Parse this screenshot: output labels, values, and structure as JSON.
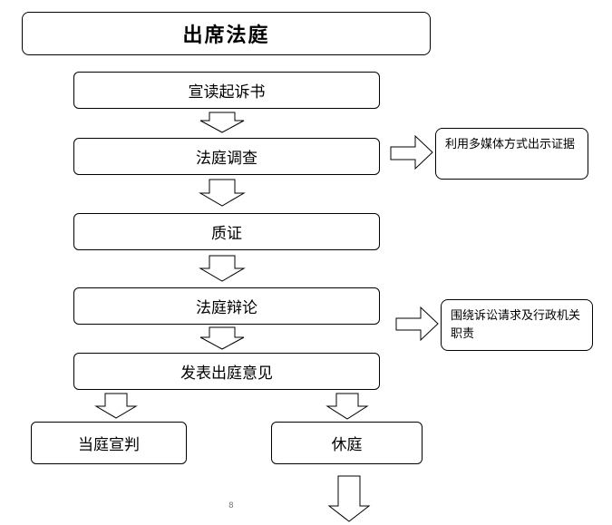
{
  "title": "出席法庭",
  "steps": {
    "s1": "宣读起诉书",
    "s2": "法庭调查",
    "s3": "质证",
    "s4": "法庭辩论",
    "s5": "发表出庭意见",
    "s6a": "当庭宣判",
    "s6b": "休庭"
  },
  "notes": {
    "n1": "利用多媒体方式出示证据",
    "n2": "围绕诉讼请求及行政机关职责"
  },
  "page_number": "8"
}
